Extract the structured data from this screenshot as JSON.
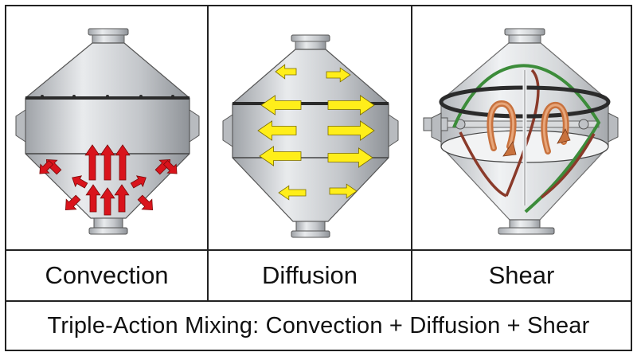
{
  "panels": [
    {
      "id": "convection",
      "label": "Convection",
      "arrow_color": "#d9141c",
      "arrow_kind": "upward-flow"
    },
    {
      "id": "diffusion",
      "label": "Diffusion",
      "arrow_color": "#ffee1a",
      "arrow_kind": "lateral-flow"
    },
    {
      "id": "shear",
      "label": "Shear",
      "arrow_color": "#d98a5a",
      "arrow_kind": "rotational-flow"
    }
  ],
  "footer": {
    "caption": "Triple-Action Mixing: Convection + Diffusion + Shear"
  },
  "colors": {
    "border": "#222222",
    "vessel_fill": "#c9ccd0",
    "vessel_highlight": "#eceef0",
    "band": "#2b2b2b",
    "shear_green": "#3c8c3a",
    "shear_brown": "#8a3a2a"
  },
  "icons": [
    "double-cone-vessel-icon",
    "red-arrow-icon",
    "yellow-arrow-icon",
    "spiral-arrow-icon"
  ]
}
